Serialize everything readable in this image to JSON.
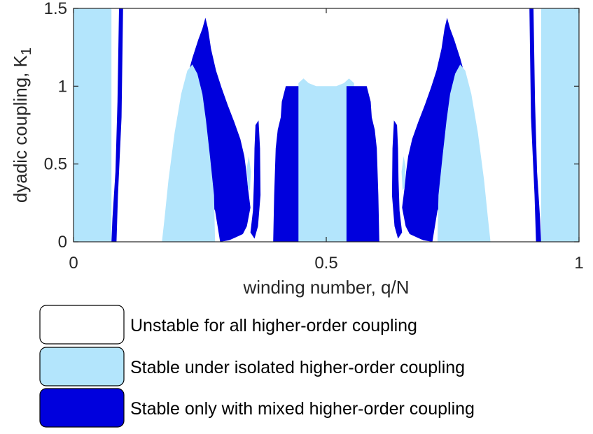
{
  "chart_data": {
    "type": "area",
    "xlabel": "winding number, q/N",
    "ylabel_main": "dyadic coupling, K",
    "ylabel_subscript": "1",
    "xlim": [
      0,
      1
    ],
    "ylim": [
      0,
      1.5
    ],
    "xticks": [
      {
        "value": 0,
        "label": "0"
      },
      {
        "value": 0.5,
        "label": "0.5"
      },
      {
        "value": 1,
        "label": "1"
      }
    ],
    "yticks": [
      {
        "value": 0,
        "label": "0"
      },
      {
        "value": 0.5,
        "label": "0.5"
      },
      {
        "value": 1,
        "label": "1"
      },
      {
        "value": 1.5,
        "label": "1.5"
      }
    ],
    "colors": {
      "unstable": "#ffffff",
      "isolated": "#b3e5fc",
      "mixed": "#0000dd",
      "axis": "#262626"
    },
    "legend": [
      {
        "key": "unstable",
        "label": "Unstable for all higher-order coupling"
      },
      {
        "key": "isolated",
        "label": "Stable under isolated higher-order coupling"
      },
      {
        "key": "mixed",
        "label": "Stable only with mixed higher-order coupling"
      }
    ],
    "regions": [
      {
        "key": "isolated",
        "points": [
          [
            0,
            0
          ],
          [
            0.075,
            0
          ],
          [
            0.075,
            1.5
          ],
          [
            0,
            1.5
          ]
        ]
      },
      {
        "key": "mixed",
        "points": [
          [
            0.075,
            0
          ],
          [
            0.085,
            0
          ],
          [
            0.088,
            0.3
          ],
          [
            0.095,
            0.8
          ],
          [
            0.098,
            1.5
          ],
          [
            0.09,
            1.5
          ],
          [
            0.087,
            0.9
          ],
          [
            0.083,
            0.45
          ],
          [
            0.077,
            0.15
          ]
        ]
      },
      {
        "key": "mixed",
        "points": [
          [
            0.205,
            0.7
          ],
          [
            0.215,
            0.92
          ],
          [
            0.225,
            1.06
          ],
          [
            0.235,
            1.18
          ],
          [
            0.247,
            1.3
          ],
          [
            0.255,
            1.37
          ],
          [
            0.261,
            1.44
          ],
          [
            0.266,
            1.37
          ],
          [
            0.272,
            1.24
          ],
          [
            0.282,
            1.1
          ],
          [
            0.293,
            0.99
          ],
          [
            0.305,
            0.88
          ],
          [
            0.318,
            0.77
          ],
          [
            0.33,
            0.66
          ],
          [
            0.338,
            0.55
          ],
          [
            0.342,
            0.45
          ],
          [
            0.345,
            0.35
          ],
          [
            0.35,
            0.22
          ],
          [
            0.343,
            0.1
          ],
          [
            0.335,
            0.05
          ],
          [
            0.322,
            0.03
          ],
          [
            0.308,
            0.01
          ],
          [
            0.29,
            0
          ],
          [
            0.28,
            0.2
          ]
        ]
      },
      {
        "key": "isolated",
        "points": [
          [
            0.175,
            0
          ],
          [
            0.28,
            0
          ],
          [
            0.278,
            0.3
          ],
          [
            0.27,
            0.55
          ],
          [
            0.262,
            0.78
          ],
          [
            0.255,
            0.95
          ],
          [
            0.245,
            1.08
          ],
          [
            0.235,
            1.14
          ],
          [
            0.225,
            1.1
          ],
          [
            0.213,
            0.95
          ],
          [
            0.2,
            0.7
          ],
          [
            0.188,
            0.4
          ],
          [
            0.18,
            0.15
          ]
        ]
      },
      {
        "key": "isolated",
        "points": [
          [
            0.345,
            0.35
          ],
          [
            0.349,
            0.33
          ],
          [
            0.351,
            0.45
          ],
          [
            0.347,
            0.55
          ],
          [
            0.343,
            0.48
          ]
        ]
      },
      {
        "key": "mixed",
        "points": [
          [
            0.35,
            0.06
          ],
          [
            0.355,
            0.2
          ],
          [
            0.357,
            0.4
          ],
          [
            0.358,
            0.6
          ],
          [
            0.36,
            0.75
          ],
          [
            0.366,
            0.78
          ],
          [
            0.369,
            0.6
          ],
          [
            0.37,
            0.3
          ],
          [
            0.365,
            0.1
          ],
          [
            0.358,
            0.02
          ]
        ]
      },
      {
        "key": "mixed",
        "points": [
          [
            0.395,
            0
          ],
          [
            0.46,
            0
          ],
          [
            0.46,
            1.0
          ],
          [
            0.42,
            1.0
          ],
          [
            0.412,
            0.9
          ],
          [
            0.41,
            0.8
          ],
          [
            0.404,
            0.72
          ],
          [
            0.4,
            0.6
          ],
          [
            0.397,
            0.3
          ]
        ]
      },
      {
        "key": "isolated",
        "points": [
          [
            0.445,
            0
          ],
          [
            0.555,
            0
          ],
          [
            0.555,
            1.02
          ],
          [
            0.545,
            1.05
          ],
          [
            0.535,
            1.02
          ],
          [
            0.52,
            1.0
          ],
          [
            0.48,
            1.0
          ],
          [
            0.465,
            1.02
          ],
          [
            0.455,
            1.05
          ],
          [
            0.445,
            1.02
          ]
        ]
      },
      {
        "key": "mixed",
        "points": [
          [
            0.54,
            0
          ],
          [
            0.605,
            0
          ],
          [
            0.603,
            0.3
          ],
          [
            0.6,
            0.6
          ],
          [
            0.596,
            0.72
          ],
          [
            0.59,
            0.8
          ],
          [
            0.588,
            0.9
          ],
          [
            0.58,
            1.0
          ],
          [
            0.54,
            1.0
          ]
        ]
      },
      {
        "key": "mixed",
        "points": [
          [
            0.65,
            0.06
          ],
          [
            0.645,
            0.2
          ],
          [
            0.643,
            0.4
          ],
          [
            0.642,
            0.6
          ],
          [
            0.64,
            0.75
          ],
          [
            0.634,
            0.78
          ],
          [
            0.631,
            0.6
          ],
          [
            0.63,
            0.3
          ],
          [
            0.635,
            0.1
          ],
          [
            0.642,
            0.02
          ]
        ]
      },
      {
        "key": "isolated",
        "points": [
          [
            0.655,
            0.35
          ],
          [
            0.651,
            0.33
          ],
          [
            0.649,
            0.45
          ],
          [
            0.653,
            0.55
          ],
          [
            0.657,
            0.48
          ]
        ]
      },
      {
        "key": "mixed",
        "points": [
          [
            0.795,
            0.7
          ],
          [
            0.785,
            0.92
          ],
          [
            0.775,
            1.06
          ],
          [
            0.765,
            1.18
          ],
          [
            0.753,
            1.3
          ],
          [
            0.745,
            1.37
          ],
          [
            0.739,
            1.44
          ],
          [
            0.734,
            1.37
          ],
          [
            0.728,
            1.24
          ],
          [
            0.718,
            1.1
          ],
          [
            0.707,
            0.99
          ],
          [
            0.695,
            0.88
          ],
          [
            0.682,
            0.77
          ],
          [
            0.67,
            0.66
          ],
          [
            0.662,
            0.55
          ],
          [
            0.658,
            0.45
          ],
          [
            0.655,
            0.35
          ],
          [
            0.65,
            0.22
          ],
          [
            0.657,
            0.1
          ],
          [
            0.665,
            0.05
          ],
          [
            0.678,
            0.03
          ],
          [
            0.692,
            0.01
          ],
          [
            0.71,
            0
          ],
          [
            0.72,
            0.2
          ]
        ]
      },
      {
        "key": "isolated",
        "points": [
          [
            0.825,
            0
          ],
          [
            0.72,
            0
          ],
          [
            0.722,
            0.3
          ],
          [
            0.73,
            0.55
          ],
          [
            0.738,
            0.78
          ],
          [
            0.745,
            0.95
          ],
          [
            0.755,
            1.08
          ],
          [
            0.765,
            1.14
          ],
          [
            0.775,
            1.1
          ],
          [
            0.787,
            0.95
          ],
          [
            0.8,
            0.7
          ],
          [
            0.812,
            0.4
          ],
          [
            0.82,
            0.15
          ]
        ]
      },
      {
        "key": "mixed",
        "points": [
          [
            0.925,
            0
          ],
          [
            0.915,
            0
          ],
          [
            0.912,
            0.3
          ],
          [
            0.905,
            0.8
          ],
          [
            0.902,
            1.5
          ],
          [
            0.91,
            1.5
          ],
          [
            0.913,
            0.9
          ],
          [
            0.917,
            0.45
          ],
          [
            0.923,
            0.15
          ]
        ]
      },
      {
        "key": "isolated",
        "points": [
          [
            0.925,
            0
          ],
          [
            1,
            0
          ],
          [
            1,
            1.5
          ],
          [
            0.925,
            1.5
          ]
        ]
      }
    ]
  }
}
